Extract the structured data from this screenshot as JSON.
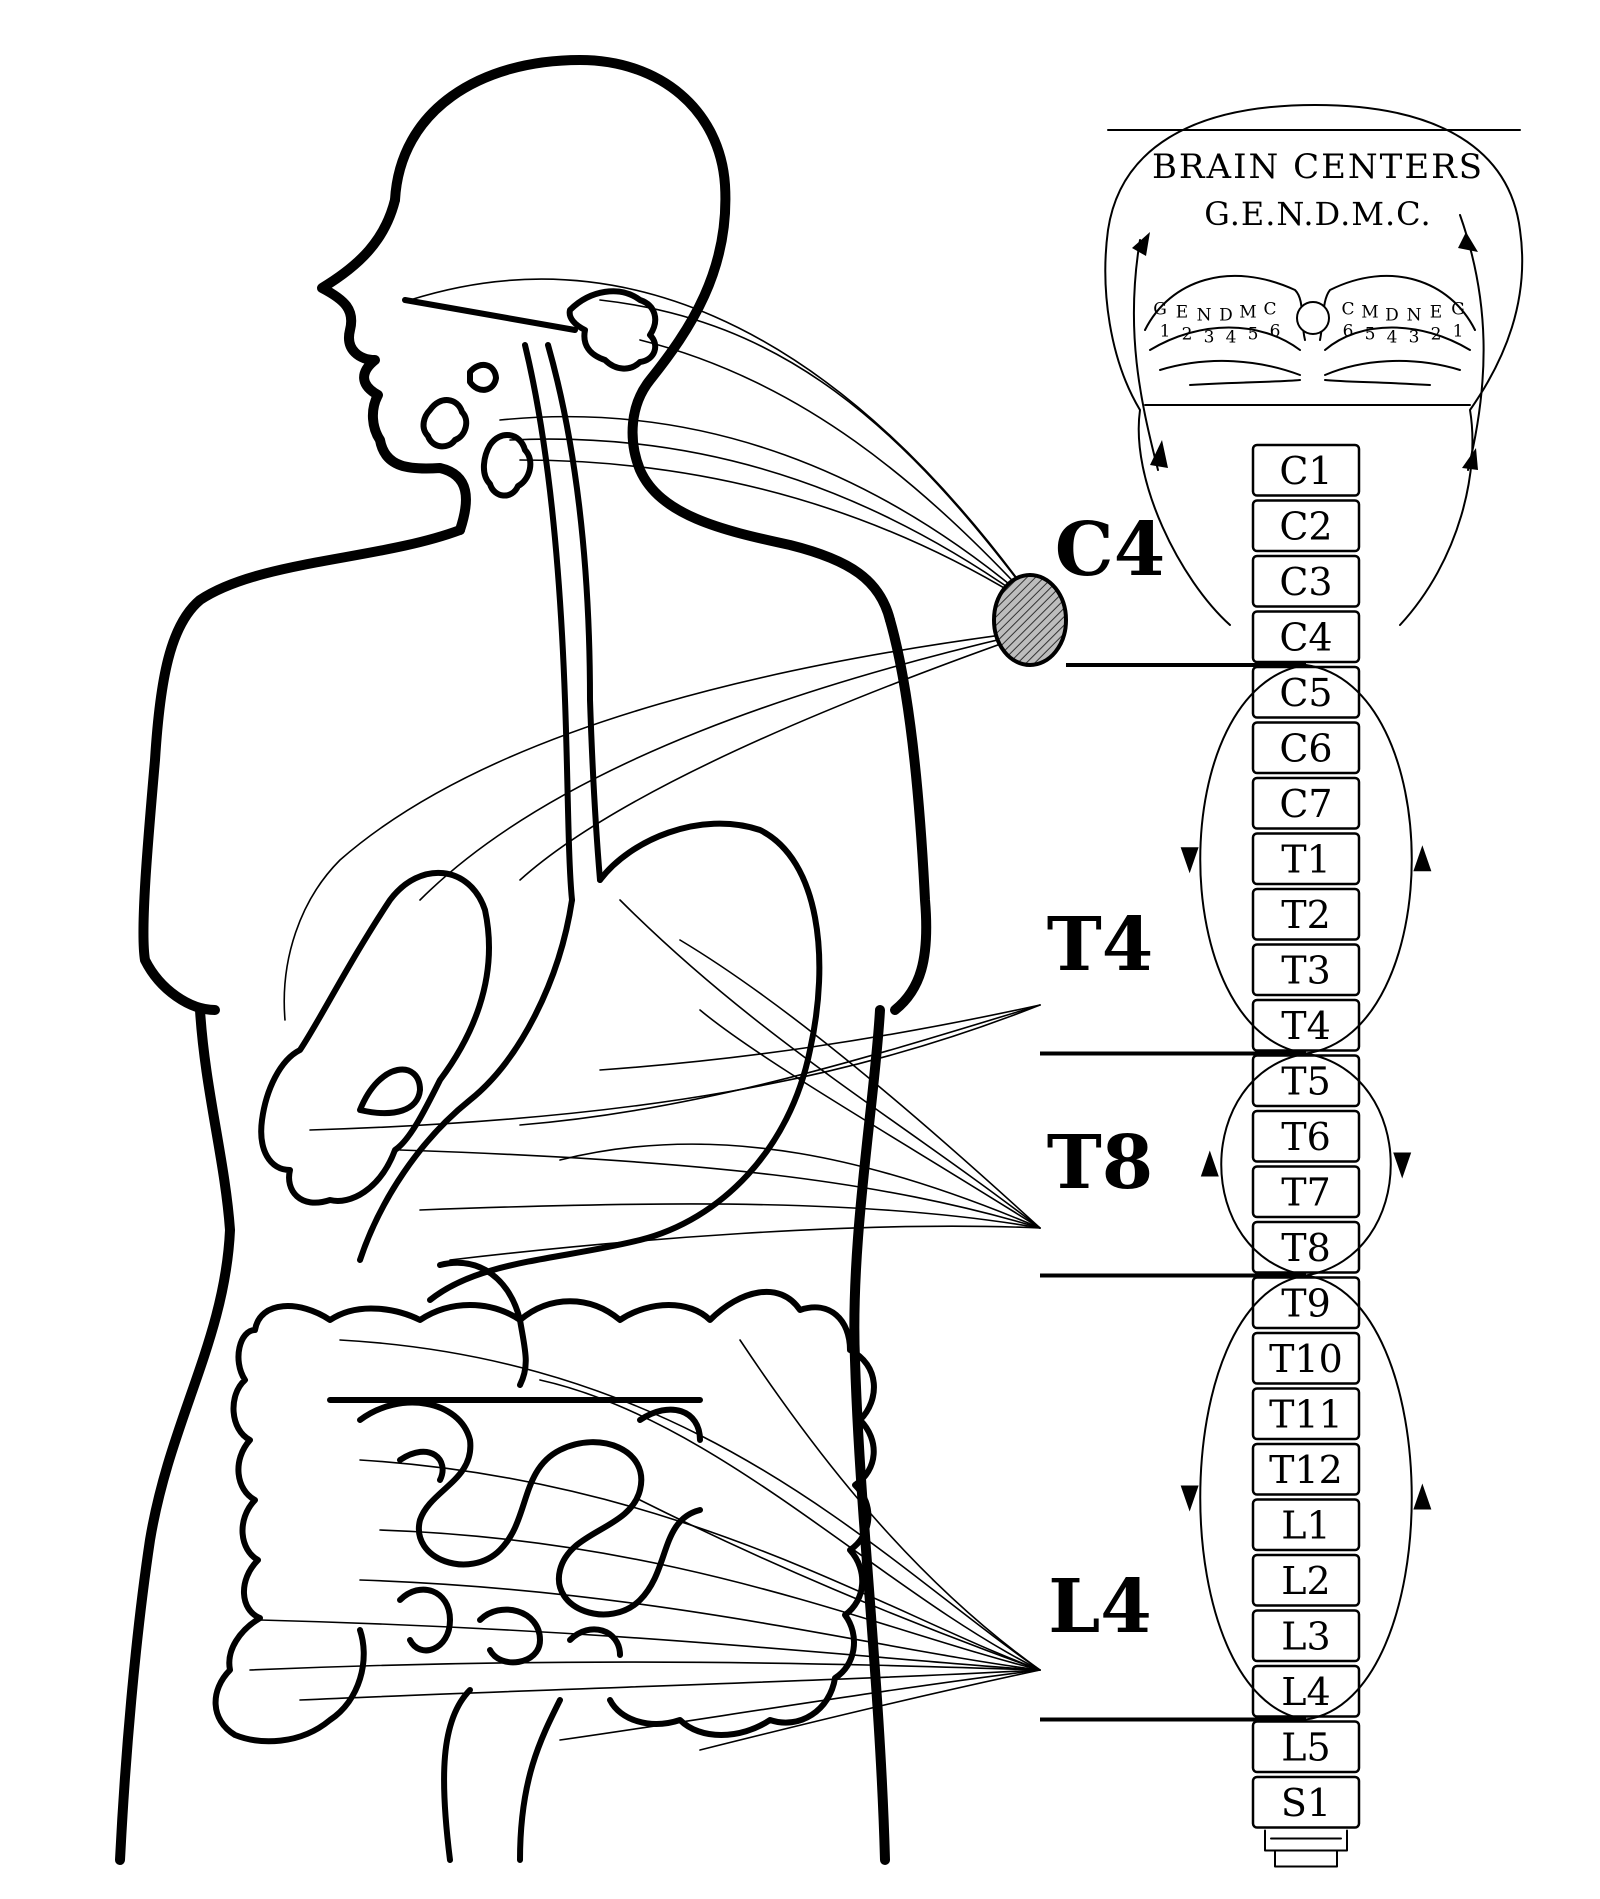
{
  "brain": {
    "title": "BRAIN CENTERS",
    "subtitle": "G.E.N.D.M.C.",
    "left_letters": [
      "G",
      "E",
      "N",
      "D",
      "M",
      "C"
    ],
    "left_numbers": [
      "1",
      "2",
      "3",
      "4",
      "5",
      "6"
    ],
    "right_letters": [
      "C",
      "M",
      "D",
      "N",
      "E",
      "G"
    ],
    "right_numbers": [
      "6",
      "5",
      "4",
      "3",
      "2",
      "1"
    ]
  },
  "vertebrae": [
    "C1",
    "C2",
    "C3",
    "C4",
    "C5",
    "C6",
    "C7",
    "T1",
    "T2",
    "T3",
    "T4",
    "T5",
    "T6",
    "T7",
    "T8",
    "T9",
    "T10",
    "T11",
    "T12",
    "L1",
    "L2",
    "L3",
    "L4",
    "L5",
    "S1"
  ],
  "levels": [
    {
      "label": "C4",
      "vertebra": "C4"
    },
    {
      "label": "T4",
      "vertebra": "T4"
    },
    {
      "label": "T8",
      "vertebra": "T8"
    },
    {
      "label": "L4",
      "vertebra": "L4"
    }
  ],
  "colors": {
    "ink": "#000000",
    "paper": "#ffffff",
    "ganglion_fill": "#9a9a9a"
  }
}
